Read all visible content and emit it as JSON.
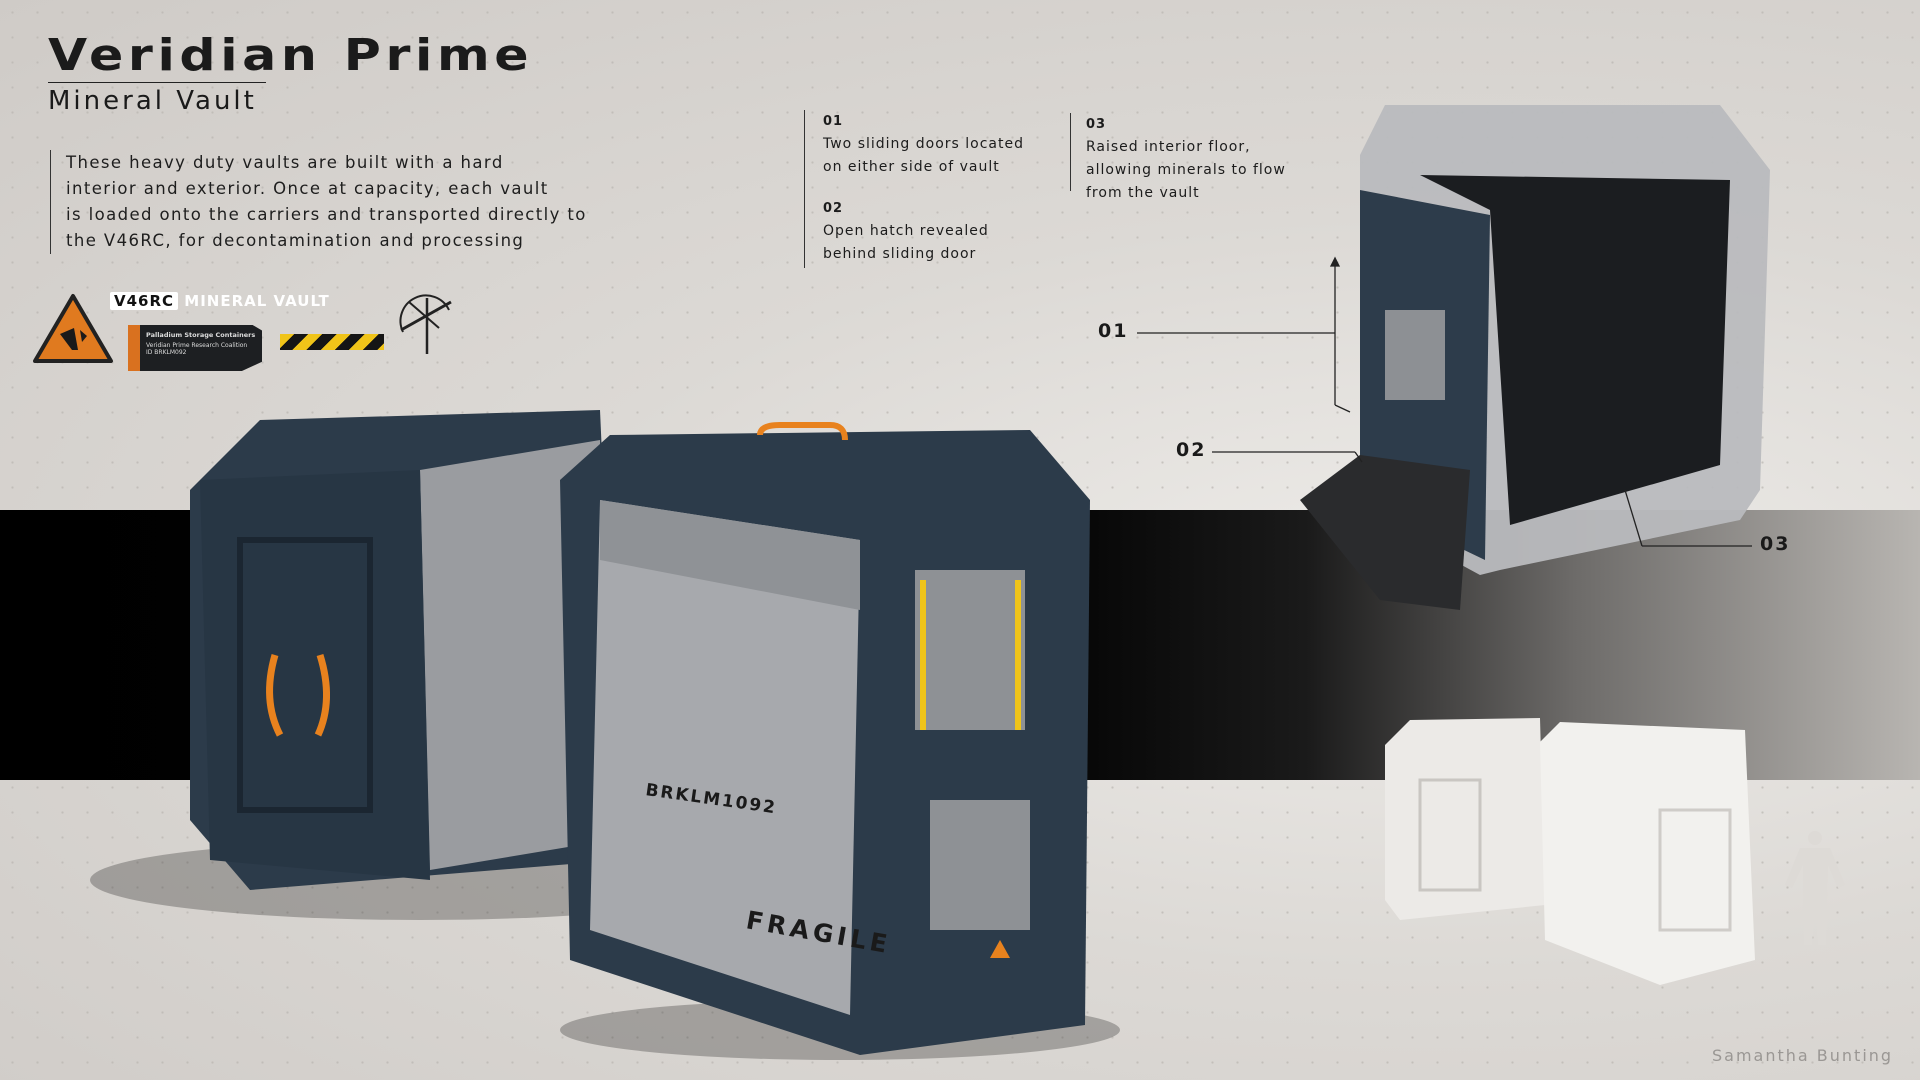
{
  "header": {
    "title": "Veridian Prime",
    "subtitle": "Mineral Vault"
  },
  "description": {
    "lines": [
      "These heavy duty vaults are built with a hard",
      "interior and exterior. Once at capacity, each vault",
      "is loaded onto the carriers and transported directly to",
      "the V46RC, for decontamination and processing"
    ]
  },
  "logos": {
    "v46rc": "V46RC",
    "mineral_vault": "MINERAL VAULT",
    "badge_title": "Palladium Storage Containers",
    "badge_line1": "Veridian Prime Research Coalition",
    "badge_line2": "ID BRKLM092",
    "hazard_icon": "crush-hazard-warning-icon",
    "emblem_icon": "crosshair-emblem-icon"
  },
  "notes": [
    {
      "num": "01",
      "text": [
        "Two sliding doors located",
        "on either side of vault"
      ]
    },
    {
      "num": "02",
      "text": [
        "Open hatch revealed",
        "behind sliding door"
      ]
    },
    {
      "num": "03",
      "text": [
        "Raised interior floor,",
        "allowing minerals to flow",
        "from the vault"
      ]
    }
  ],
  "callouts": [
    "01",
    "02",
    "03"
  ],
  "vault_markings": {
    "serial": "BRKLM1092",
    "fragile": "FRAGILE"
  },
  "signature": "Samantha Bunting",
  "colors": {
    "vault_body": "#2c3b4a",
    "panel": "#9a9ca0",
    "accent_orange": "#e8821e",
    "hazard_yellow": "#f0c419",
    "band": "#000000"
  }
}
